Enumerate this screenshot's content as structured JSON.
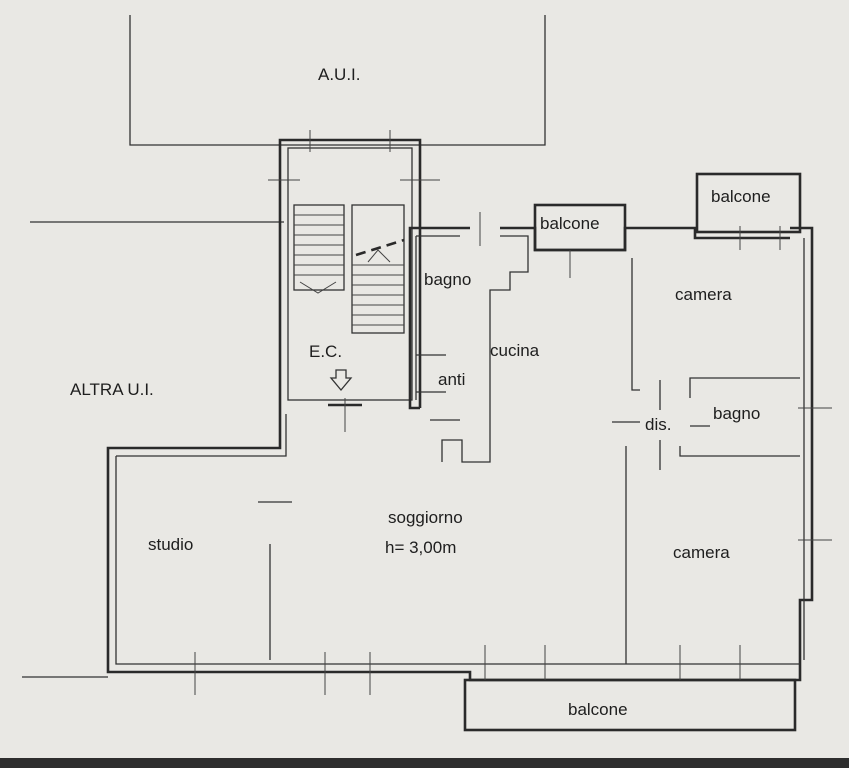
{
  "labels": {
    "aui": "A.U.I.",
    "altra_ui": "ALTRA U.I.",
    "ec": "E.C.",
    "bagno_left": "bagno",
    "balcone_center": "balcone",
    "balcone_right": "balcone",
    "camera_top": "camera",
    "cucina": "cucina",
    "anti": "anti",
    "dis": "dis.",
    "bagno_right": "bagno",
    "studio": "studio",
    "soggiorno": "soggiorno",
    "height": "h= 3,00m",
    "camera_bottom": "camera",
    "balcone_bottom": "balcone"
  },
  "colors": {
    "paper": "#e9e8e4",
    "ink": "#2a2a2a"
  }
}
